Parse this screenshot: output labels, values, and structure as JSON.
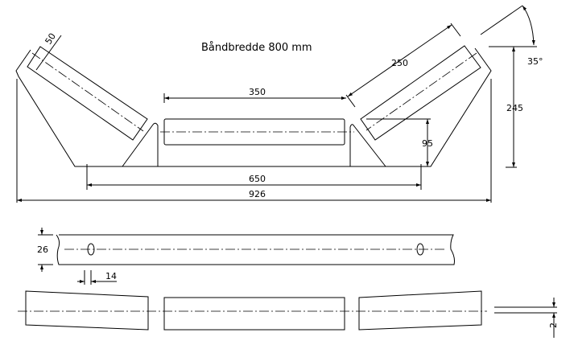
{
  "title": "Båndbredde 800 mm",
  "dimensions": {
    "top_roller_length": "350",
    "inner_width": "650",
    "total_width": "926",
    "wing_roller_length": "250",
    "roller_diameter": "50",
    "center_height": "95",
    "frame_height": "245",
    "trough_angle": "35°",
    "shaft_width": "26",
    "slot_width": "14",
    "offset": "2"
  },
  "colors": {
    "line": "#000000",
    "background": "#ffffff"
  }
}
